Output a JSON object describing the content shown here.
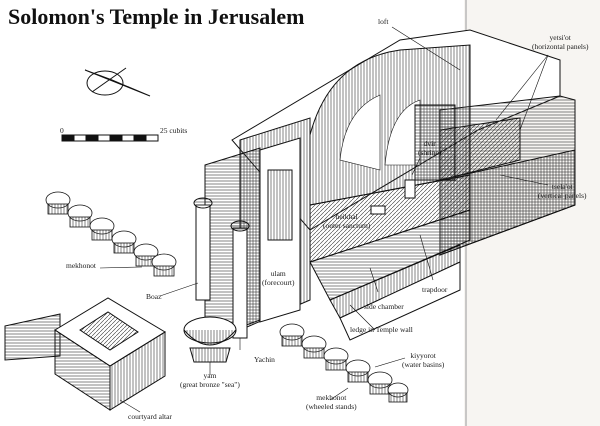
{
  "title": "Solomon's Temple in Jerusalem",
  "scale": {
    "zero": "0",
    "end": "25 cubits"
  },
  "labels": {
    "loft": "loft",
    "yetsiot": "yetsi'ot",
    "yetsiot_sub": "(horizontal panels)",
    "dvir": "dvir",
    "dvir_sub": "(shrine)",
    "heikhal": "heikhal",
    "heikhal_sub": "(outer sanctum)",
    "tselaot": "tsela'ot",
    "tselaot_sub": "(vertical panels)",
    "trapdoor": "trapdoor",
    "ulam": "ulam",
    "ulam_sub": "(forecourt)",
    "mekhonot_left": "mekhonot",
    "boaz": "Boaz",
    "side_chamber": "side chamber",
    "ledge": "ledge in Temple wall",
    "kiyyorot": "kiyyorot",
    "kiyyorot_sub": "(water basins)",
    "yachin": "Yachin",
    "yam": "yam",
    "yam_sub": "(great bronze \"sea\")",
    "mekhonot_right": "mekhonot",
    "mekhonot_right_sub": "(wheeled stands)",
    "courtyard_altar": "courtyard altar"
  }
}
